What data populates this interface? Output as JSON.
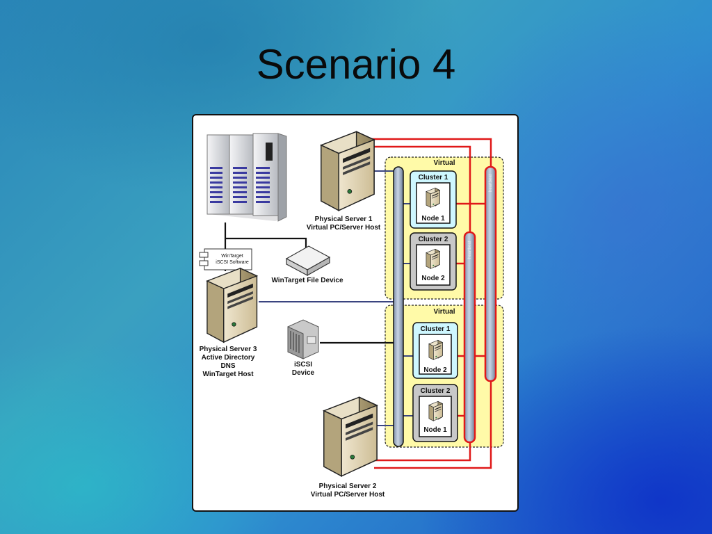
{
  "slide": {
    "title": "Scenario 4"
  },
  "diagram": {
    "virtual_group_1": {
      "label": "Virtual"
    },
    "virtual_group_2": {
      "label": "Virtual"
    },
    "top_cluster_1": {
      "label": "Cluster 1",
      "node": "Node 1"
    },
    "top_cluster_2": {
      "label": "Cluster 2",
      "node": "Node 2"
    },
    "bottom_cluster_1": {
      "label": "Cluster 1",
      "node": "Node 2"
    },
    "bottom_cluster_2": {
      "label": "Cluster 2",
      "node": "Node 1"
    },
    "heartbeat_label_1": "heartbeat",
    "heartbeat_label_2": "heartbeat",
    "physical_server_1": {
      "line1": "Physical Server 1",
      "line2": "Virtual PC/Server Host"
    },
    "physical_server_2": {
      "line1": "Physical Server 2",
      "line2": "Virtual PC/Server Host"
    },
    "physical_server_3": {
      "line1": "Physical Server 3",
      "line2": "Active Directory",
      "line3": "DNS",
      "line4": "WinTarget Host"
    },
    "wintarget_software": {
      "line1": "WinTarget",
      "line2": "iSCSI Software"
    },
    "wintarget_file_device": "WinTarget File Device",
    "iscsi_device": {
      "line1": "iSCSI",
      "line2": "Device"
    }
  },
  "colors": {
    "heartbeat_line": "#e01818",
    "network_line": "#3a4580",
    "virtual_fill": "#fffaa8",
    "cluster1_fill": "#cef7ff",
    "cluster2_fill": "#c8c8c8",
    "bus_fill": "#a8b8d0"
  }
}
